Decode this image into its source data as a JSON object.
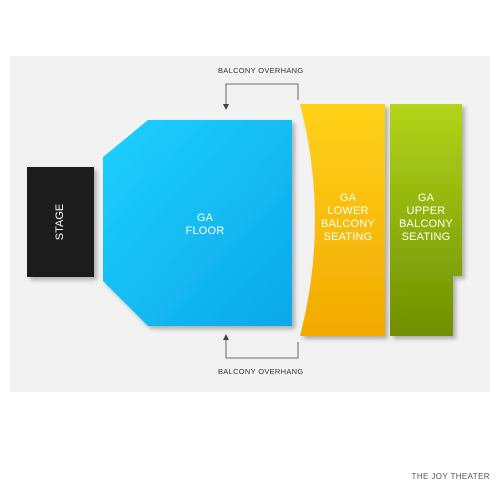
{
  "venue": {
    "name": "THE JOY THEATER"
  },
  "sections": {
    "stage": {
      "label": "STAGE",
      "color": "#1a1a1a"
    },
    "ga_floor": {
      "label": "GA\nFLOOR",
      "color": "#17c3f5"
    },
    "ga_lower_balcony": {
      "label": "GA\nLOWER\nBALCONY\nSEATING",
      "color": "#ffc400"
    },
    "ga_upper_balcony": {
      "label": "GA\nUPPER\nBALCONY\nSEATING",
      "color": "#9bc40a"
    }
  },
  "annotations": {
    "top": "BALCONY OVERHANG",
    "bottom": "BALCONY OVERHANG"
  }
}
